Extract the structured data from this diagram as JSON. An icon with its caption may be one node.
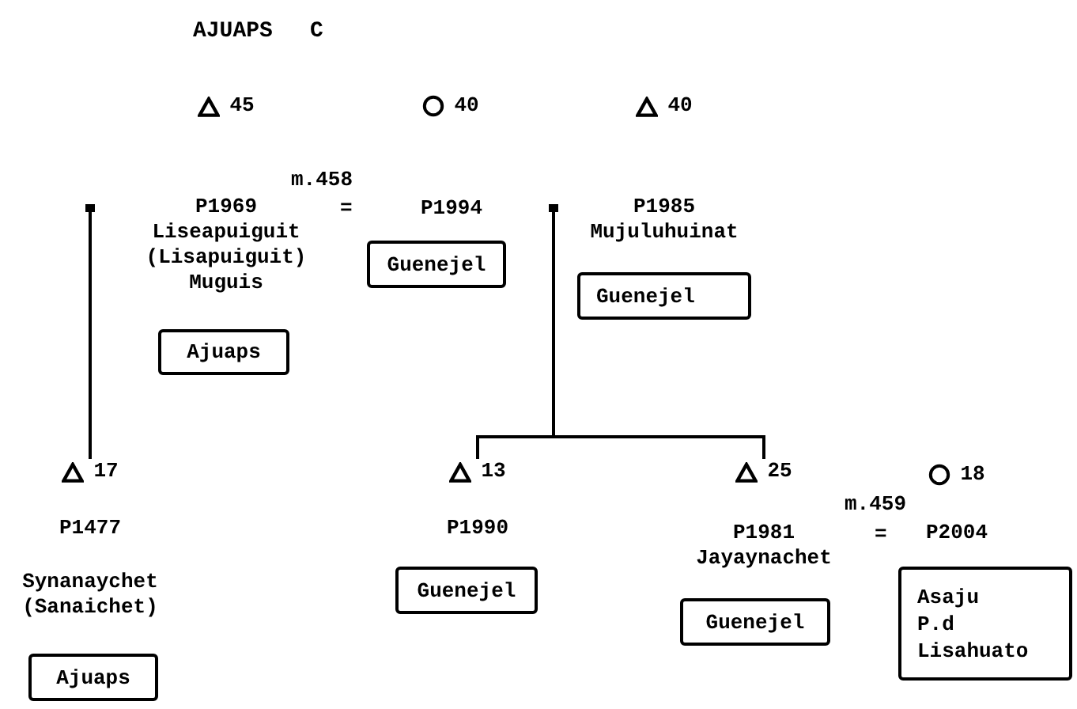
{
  "diagram": {
    "nodes": [
      {
        "text": [],
        "shape": "triangle",
        "beside": [
          "45",
          "P1969",
          "Liseapuiguit",
          "(Lisapuiguit)",
          "Muguis"
        ]
      },
      {
        "text": [],
        "shape": "circle",
        "beside": [
          "40"
        ]
      },
      {
        "text": [
          "Guenejel"
        ]
      },
      {
        "text": [],
        "shape": "triangle",
        "beside": [
          "40",
          "P1985",
          "Mujuluhuinat"
        ]
      },
      {
        "text": [
          "Guenejel"
        ]
      },
      {
        "text": [
          "Ajuaps"
        ]
      },
      {
        "text": [],
        "shape": "triangle",
        "beside": [
          "17",
          "P1477",
          "Synanaychet",
          "(Sanaichet)"
        ]
      },
      {
        "text": [],
        "shape": "triangle",
        "beside": [
          "13",
          "P1990"
        ]
      },
      {
        "text": [],
        "shape": "triangle",
        "beside": [
          "25",
          "P1981",
          "Jayaynachet"
        ]
      },
      {
        "text": [],
        "shape": "circle",
        "beside": [
          "18",
          "P2004"
        ]
      },
      {
        "text": [
          "Guenejel"
        ]
      },
      {
        "text": [
          "Guenejel"
        ]
      },
      {
        "text": [
          "Asaju",
          "P.d",
          "Lisahuato"
        ]
      },
      {
        "text": [
          "Ajuaps"
        ]
      }
    ],
    "edges": [
      {
        "from": 0,
        "to": 6,
        "arrow": "other"
      },
      {
        "from": 3,
        "to": 7,
        "arrow": "other"
      },
      {
        "from": 3,
        "to": 8,
        "arrow": "other"
      }
    ],
    "labels": [
      "AJUAPS",
      "C",
      "m.458",
      "=",
      "P1994",
      "m.459",
      "="
    ]
  }
}
